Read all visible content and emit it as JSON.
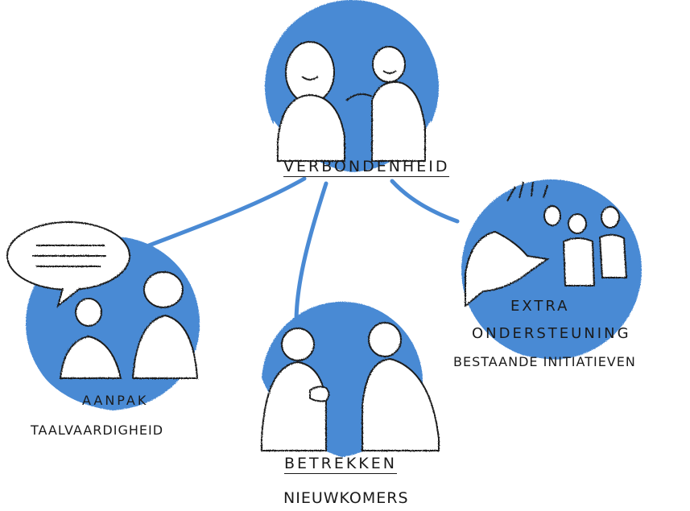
{
  "colors": {
    "accent": "#4a8ad4",
    "ink": "#1a1a1a",
    "paper": "#ffffff"
  },
  "nodes": {
    "center": {
      "label": "VERBONDENHEID",
      "icon": "two-people-greeting-icon"
    },
    "left": {
      "label_line1": "AANPAK",
      "label_line2": "TAALVAARDIGHEID",
      "icon": "speech-bubble-conversation-icon"
    },
    "middle": {
      "label_line1": "BETREKKEN",
      "label_line2": "NIEUWKOMERS",
      "icon": "handshake-icon"
    },
    "right": {
      "label_line1": "EXTRA",
      "label_line2": "ONDERSTEUNING",
      "label_line3": "BESTAANDE INITIATIEVEN",
      "icon": "helping-hand-group-icon"
    }
  }
}
